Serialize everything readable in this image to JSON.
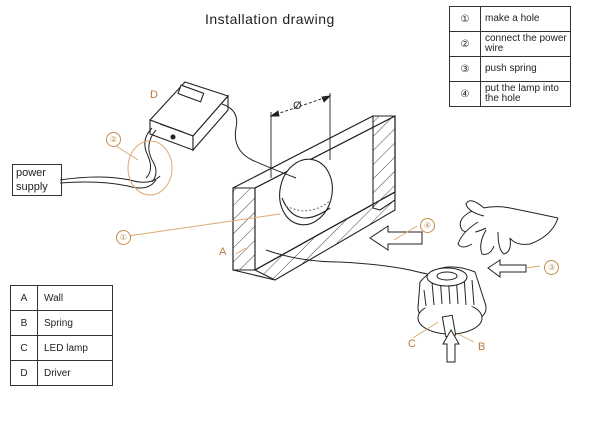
{
  "title": "Installation drawing",
  "steps": [
    {
      "num": "①",
      "text": "make a hole"
    },
    {
      "num": "②",
      "text": "connect the power wire"
    },
    {
      "num": "③",
      "text": "push spring"
    },
    {
      "num": "④",
      "text": "put the lamp into the hole"
    }
  ],
  "parts": [
    {
      "key": "A",
      "name": "Wall"
    },
    {
      "key": "B",
      "name": "Spring"
    },
    {
      "key": "C",
      "name": "LED lamp"
    },
    {
      "key": "D",
      "name": "Driver"
    }
  ],
  "power_supply": "power supply",
  "diameter_symbol": "Ø",
  "labels": {
    "a": "A",
    "b": "B",
    "c": "C",
    "d": "D"
  },
  "callouts": {
    "one": "①",
    "two": "②",
    "three": "③",
    "four": "④"
  }
}
